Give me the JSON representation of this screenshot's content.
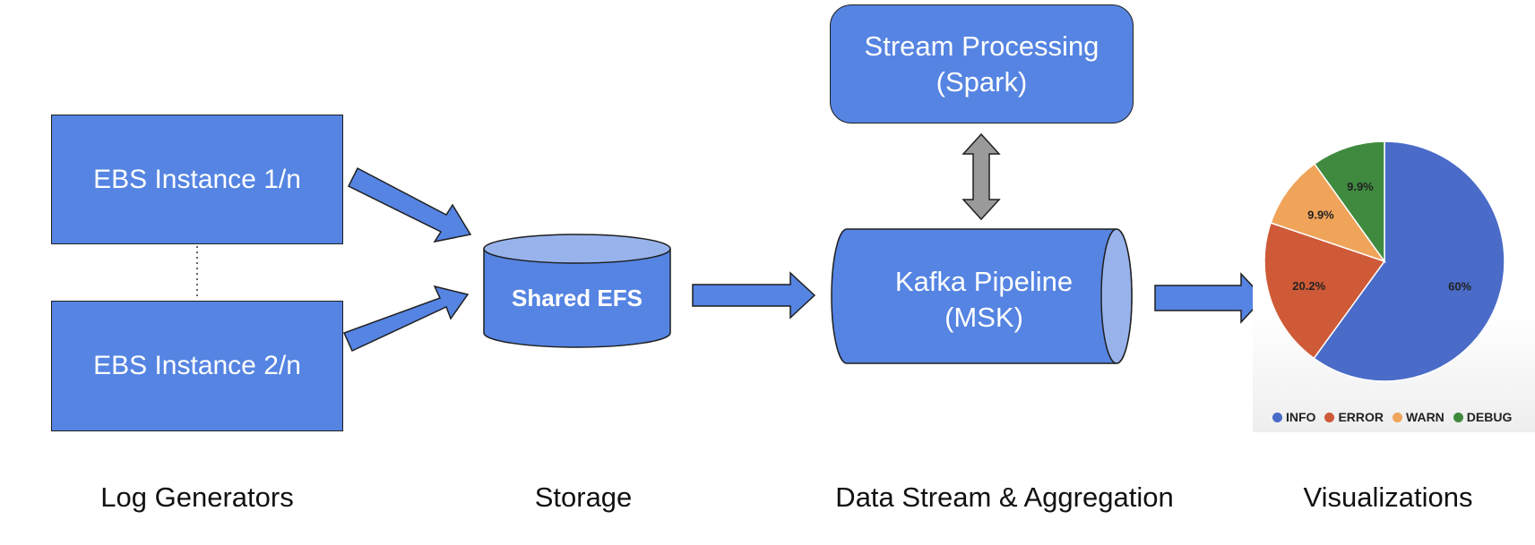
{
  "nodes": {
    "ebs1": "EBS Instance 1/n",
    "ebs2": "EBS Instance 2/n",
    "efs": "Shared EFS",
    "spark": "Stream Processing\n(Spark)",
    "kafka_line1": "Kafka Pipeline",
    "kafka_line2": "(MSK)"
  },
  "captions": {
    "log": "Log Generators",
    "storage": "Storage",
    "data": "Data Stream & Aggregation",
    "vis": "Visualizations"
  },
  "colors": {
    "node_fill": "#5584e2",
    "node_light": "#98b3ec",
    "arrow_fill": "#5584e2",
    "bidirectional_arrow": "#9a9a9a"
  },
  "chart_data": {
    "type": "pie",
    "slices": [
      {
        "name": "INFO",
        "value": 60,
        "label": "60%",
        "color": "#4a6bc7"
      },
      {
        "name": "ERROR",
        "value": 20.2,
        "label": "20.2%",
        "color": "#cf5a37"
      },
      {
        "name": "WARN",
        "value": 9.9,
        "label": "9.9%",
        "color": "#f0a45a"
      },
      {
        "name": "DEBUG",
        "value": 9.9,
        "label": "9.9%",
        "color": "#3f8a3f"
      }
    ],
    "legend_position": "bottom"
  }
}
